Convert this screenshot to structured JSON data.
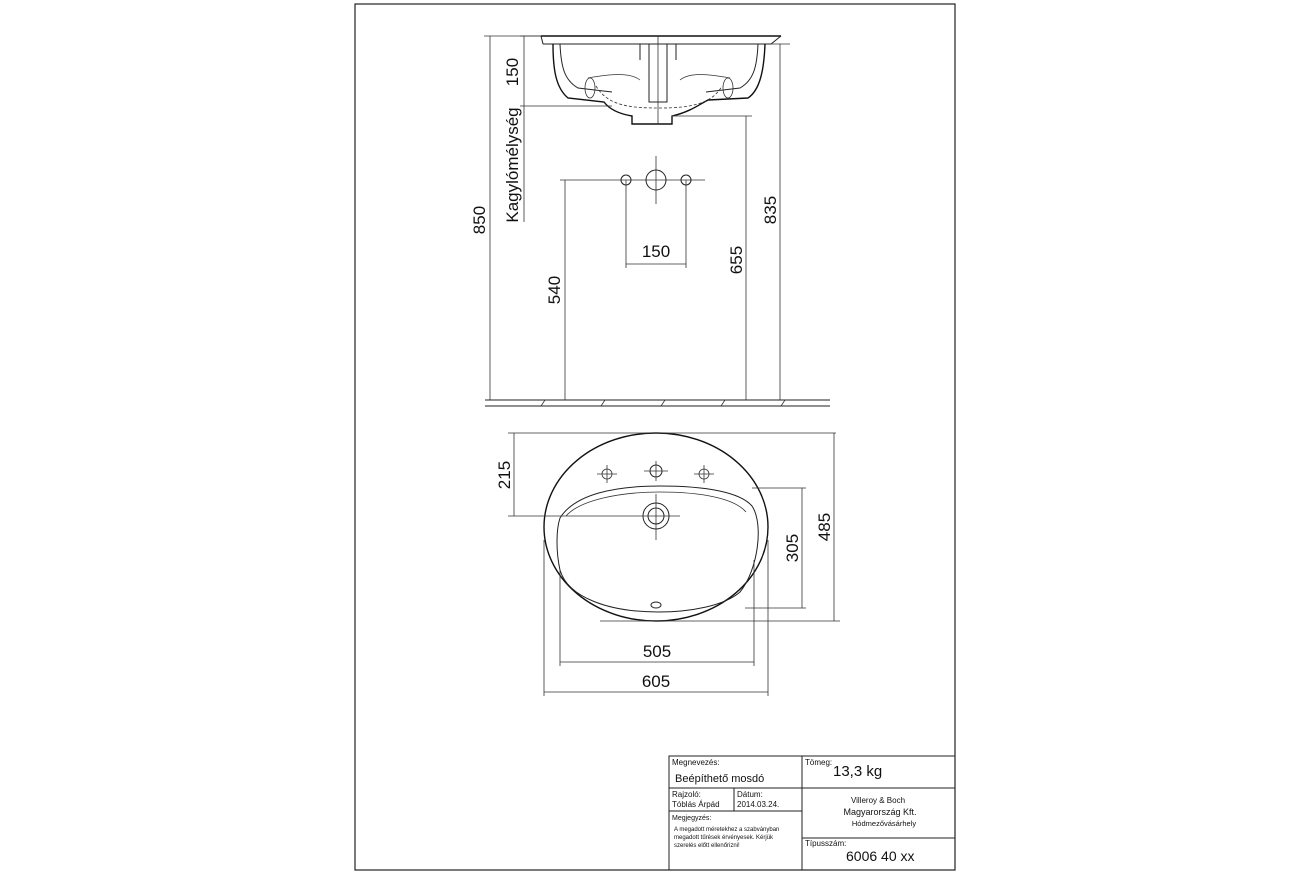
{
  "dimensions": {
    "top_overflow_150": "150",
    "depth_label": "Kagylómélység",
    "total_850": "850",
    "tap_spacing_150": "150",
    "drain_540": "540",
    "waste_655": "655",
    "rim_835": "835",
    "front_215": "215",
    "inner_305": "305",
    "outer_485": "485",
    "inner_505": "505",
    "outer_605": "605"
  },
  "title_block": {
    "name_label": "Megnevezés:",
    "name_value": "Beépíthető mosdó",
    "weight_label": "Tömeg:",
    "weight_value": "13,3 kg",
    "drawn_label": "Rajzoló:",
    "drawn_value": "Tóblás Árpád",
    "date_label": "Dátum:",
    "date_value": "2014.03.24.",
    "company_line1": "Villeroy  & Boch",
    "company_line2": "Magyarország Kft.",
    "company_line3": "Hódmezővásárhely",
    "note_label": "Megjegyzés:",
    "note_line1": "A megadott méretekhez a szabványban",
    "note_line2": "megadott tűrések érvényesek. Kérjük",
    "note_line3": "szerelés előtt ellenőrizni!",
    "type_label": "Típusszám:",
    "type_value": "6006 40 xx"
  }
}
